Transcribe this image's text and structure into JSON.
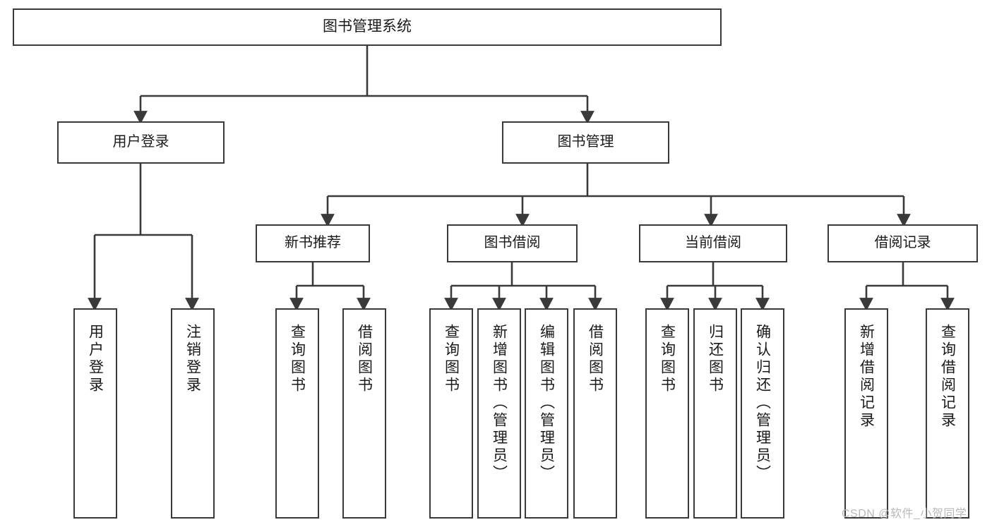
{
  "diagram": {
    "title": "图书管理系统",
    "type": "tree-hierarchy-chart",
    "watermark": "CSDN @软件_小贺同学",
    "colors": {
      "stroke": "#3a3a3a",
      "fill": "#ffffff",
      "text": "#1a1a1a",
      "watermark": "#b9b9b9"
    },
    "root": {
      "label": "图书管理系统"
    },
    "level1": [
      {
        "label": "用户登录"
      },
      {
        "label": "图书管理"
      }
    ],
    "level2": [
      {
        "label": "新书推荐"
      },
      {
        "label": "图书借阅"
      },
      {
        "label": "当前借阅"
      },
      {
        "label": "借阅记录"
      }
    ],
    "leaves": {
      "user_login": [
        {
          "label": "用户登录"
        },
        {
          "label": "注销登录"
        }
      ],
      "new_book_recommend": [
        {
          "label": "查询图书"
        },
        {
          "label": "借阅图书"
        }
      ],
      "book_borrow": [
        {
          "label": "查询图书"
        },
        {
          "label": "新增图书（管理员）"
        },
        {
          "label": "编辑图书（管理员）"
        },
        {
          "label": "借阅图书"
        }
      ],
      "current_borrow": [
        {
          "label": "查询图书"
        },
        {
          "label": "归还图书"
        },
        {
          "label": "确认归还（管理员）"
        }
      ],
      "borrow_record": [
        {
          "label": "新增借阅记录"
        },
        {
          "label": "查询借阅记录"
        }
      ]
    }
  }
}
